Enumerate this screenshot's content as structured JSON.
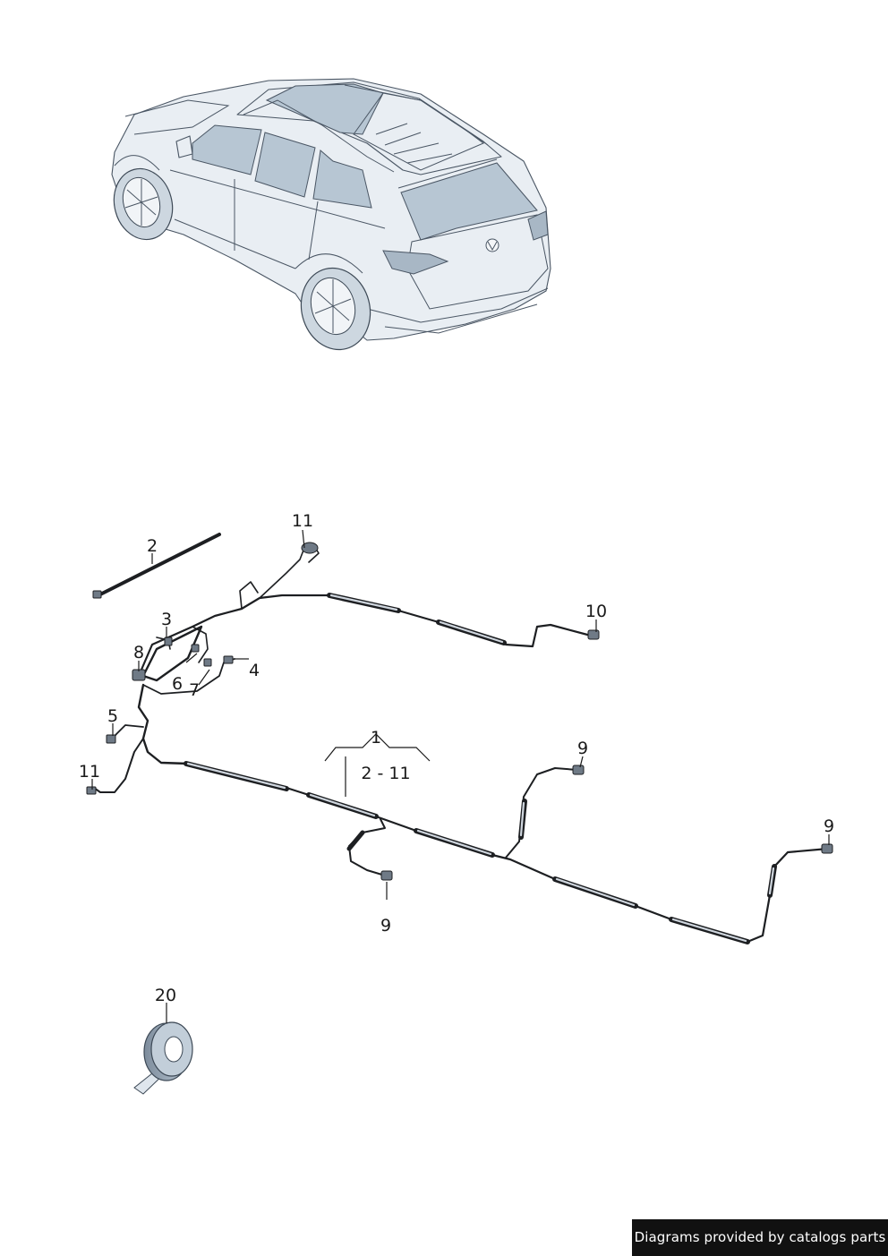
{
  "callouts": {
    "c1": "1",
    "c1_range": "2 - 11",
    "c2": "2",
    "c3": "3",
    "c4": "4",
    "c5": "5",
    "c6": "6",
    "c7": "7",
    "c8": "8",
    "c9a": "9",
    "c9b": "9",
    "c9c": "9",
    "c10": "10",
    "c11a": "11",
    "c11b": "11",
    "c20": "20"
  },
  "footer": {
    "credit": "Diagrams provided by catalogs parts"
  }
}
